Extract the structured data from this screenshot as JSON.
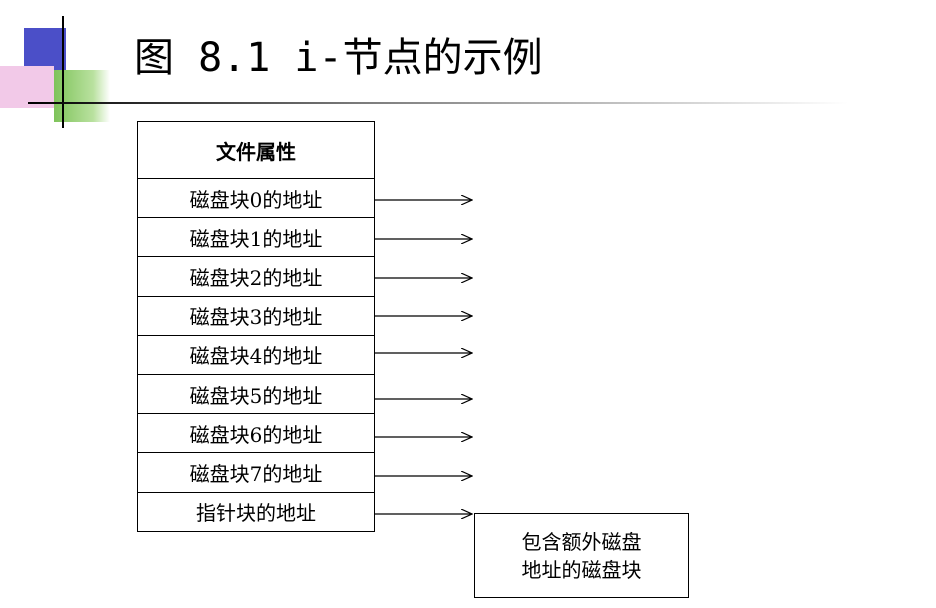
{
  "slide": {
    "title": "图 8.1 i-节点的示例"
  },
  "inode": {
    "header": "文件属性",
    "rows": [
      "磁盘块0的地址",
      "磁盘块1的地址",
      "磁盘块2的地址",
      "磁盘块3的地址",
      "磁盘块4的地址",
      "磁盘块5的地址",
      "磁盘块6的地址",
      "磁盘块7的地址",
      "指针块的地址"
    ]
  },
  "indirect_block": {
    "line1": "包含额外磁盘",
    "line2": "地址的磁盘块"
  }
}
